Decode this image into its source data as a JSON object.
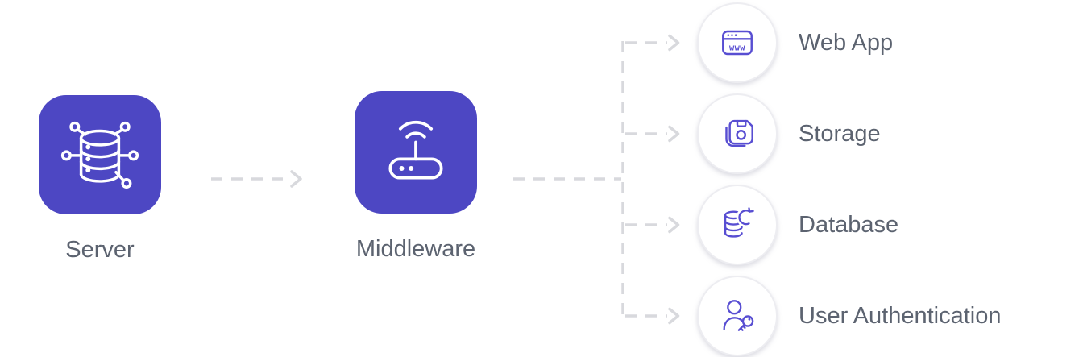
{
  "nodes": [
    {
      "id": "server",
      "label": "Server",
      "icon": "server-database-icon"
    },
    {
      "id": "middleware",
      "label": "Middleware",
      "icon": "router-icon"
    }
  ],
  "targets": [
    {
      "id": "web-app",
      "label": "Web App",
      "icon": "browser-www-icon"
    },
    {
      "id": "storage",
      "label": "Storage",
      "icon": "floppy-disk-icon"
    },
    {
      "id": "database",
      "label": "Database",
      "icon": "database-sync-icon"
    },
    {
      "id": "user-authentication",
      "label": "User Authentication",
      "icon": "user-key-icon"
    }
  ],
  "icons": {
    "www_text": "www"
  },
  "colors": {
    "node_fill": "#4d47c3",
    "node_icon_stroke": "#ffffff",
    "target_icon_stroke": "#584ed2",
    "label_text": "#5c6370",
    "connector": "#d8d9dd",
    "circle_border": "#ededf1",
    "background": "#ffffff"
  }
}
